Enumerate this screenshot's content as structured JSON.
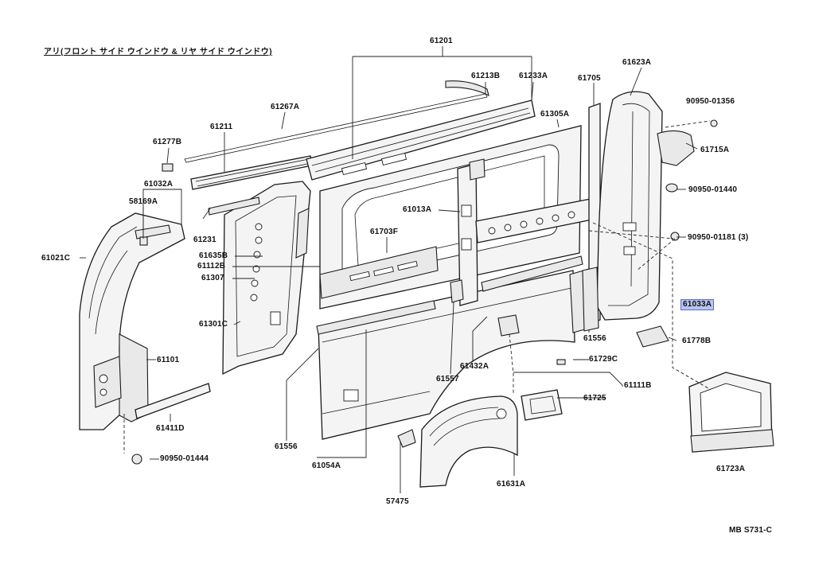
{
  "header": {
    "note": "アリ(フロント サイド ウインドウ & リヤ サイド ウインドウ)"
  },
  "diagram_code": "MB S731-C",
  "highlighted_part": "61033A",
  "parts": {
    "p61201": "61201",
    "p61213B": "61213B",
    "p61233A": "61233A",
    "p61705": "61705",
    "p61623A": "61623A",
    "p61267A": "61267A",
    "p61211": "61211",
    "p61305A": "61305A",
    "p90950_01356": "90950-01356",
    "p61277B": "61277B",
    "p61715A": "61715A",
    "p61032A": "61032A",
    "p58169A": "58169A",
    "p61013A": "61013A",
    "p90950_01440": "90950-01440",
    "p61703F": "61703F",
    "p61231": "61231",
    "p90950_01181": "90950-01181 (3)",
    "p61021C": "61021C",
    "p61635B": "61635B",
    "p61112B": "61112B",
    "p61307": "61307",
    "p61033A": "61033A",
    "p61301C": "61301C",
    "p61556a": "61556",
    "p61778B": "61778B",
    "p61101": "61101",
    "p61432A": "61432A",
    "p61729C": "61729C",
    "p61557": "61557",
    "p61111B": "61111B",
    "p61725": "61725",
    "p61411D": "61411D",
    "p61556b": "61556",
    "p90950_01444": "90950-01444",
    "p61054A": "61054A",
    "p61723A": "61723A",
    "p61631A": "61631A",
    "p57475": "57475"
  }
}
